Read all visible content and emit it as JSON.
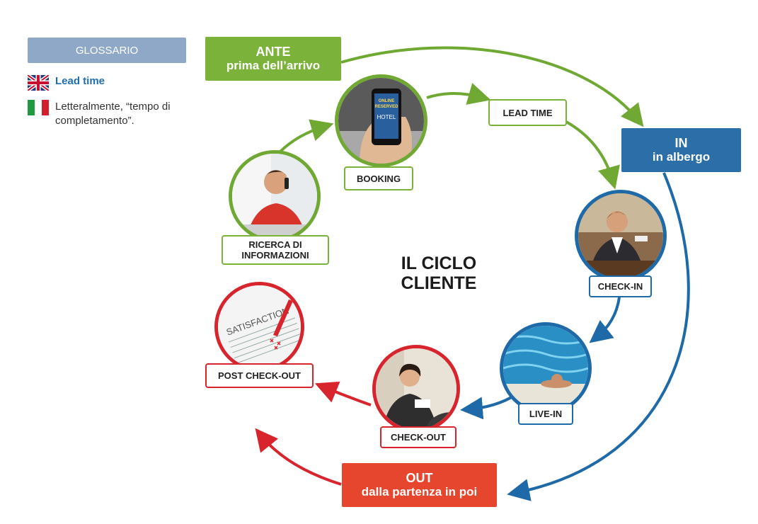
{
  "glossary": {
    "header": "GLOSSARIO",
    "term": "Lead time",
    "definition": "Letteralmente, “tempo di completamento”."
  },
  "title": "IL CICLO CLIENTE",
  "phases": {
    "ante": {
      "title": "ANTE",
      "subtitle": "prima dell’arrivo",
      "color": "#7ab23a"
    },
    "in": {
      "title": "IN",
      "subtitle": "in albergo",
      "color": "#2b6ea8"
    },
    "out": {
      "title": "OUT",
      "subtitle": "dalla partenza in poi",
      "color": "#e6452e"
    }
  },
  "steps": {
    "ricerca": "RICERCA DI INFORMAZIONI",
    "booking": "BOOKING",
    "lead_time": "LEAD TIME",
    "check_in": "CHECK-IN",
    "live_in": "LIVE-IN",
    "check_out": "CHECK-OUT",
    "post_check_out": "POST CHECK-OUT"
  },
  "phone_screen": {
    "line1": "ONLINE",
    "line2": "RESERVED",
    "line3": "HOTEL"
  },
  "survey_text": "SATISFACTION",
  "colors": {
    "green": "#7ab23a",
    "blue": "#1e6aa8",
    "red": "#d8242c"
  }
}
